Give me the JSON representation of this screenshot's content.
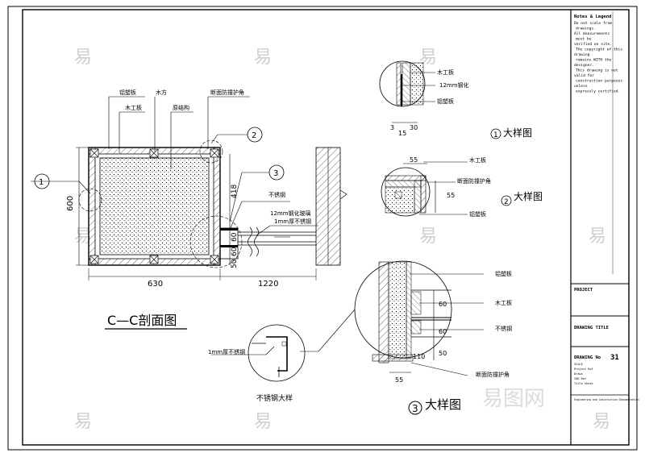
{
  "watermark": "易",
  "watermark_brand": "易图网",
  "main_view": {
    "title": "C—C剖面图",
    "labels": {
      "lvban": "铝塑板",
      "mufang": "木方",
      "mugongban": "木工板",
      "yuanjiegou": "原结构",
      "corner": "断面防撞护角",
      "stainless": "不锈钢",
      "glass": "12mm钢化玻璃",
      "steel_sheet": "1mm厚不锈钢"
    },
    "dims": {
      "height": "600",
      "width": "630",
      "right_span": "1220",
      "d418": "418",
      "d60a": "60",
      "d60b": "60",
      "d50": "50"
    },
    "markers": [
      "1",
      "2",
      "3"
    ]
  },
  "detail1": {
    "labels": {
      "mugongban": "木工板",
      "glass": "12mm钢化",
      "lvban": "铝塑板"
    },
    "dims": {
      "a": "3",
      "b": "30",
      "c": "15"
    },
    "caption_num": "1",
    "caption": "大样图"
  },
  "detail2": {
    "labels": {
      "mugongban": "木工板",
      "corner": "断面防撞护角",
      "lvban": "铝塑板"
    },
    "dims": {
      "top": "55",
      "side": "55"
    },
    "caption_num": "2",
    "caption": "大样图"
  },
  "detail3": {
    "labels": {
      "lvban": "铝塑板",
      "mugongban": "木工板",
      "stainless": "不锈钢",
      "corner": "断面防撞护角"
    },
    "dims": {
      "d60a": "60",
      "d60b": "60",
      "d50": "50",
      "d110": "110",
      "d55": "55"
    },
    "caption_num": "3",
    "caption": "大样图"
  },
  "steel_detail": {
    "label": "1mm厚不锈钢",
    "caption": "不锈钢大样"
  },
  "title_block": {
    "notes_title": "Notes & Legend",
    "notes": [
      "Do not scale from",
      "drawings.",
      "All measurements",
      "must be",
      "verified on site.",
      "The copyright of this",
      "drawing",
      "remains WITH the",
      "designer.",
      "This drawing is not",
      "valid for",
      "construction purposes",
      "unless",
      "expressly certified."
    ],
    "project_label": "PROJECT",
    "drawing_title_label": "DRAWING TITLE",
    "drawing_no_label": "DRAWING No",
    "drawing_no": "31",
    "small": [
      "SCALE",
      "Project Ref",
      "Drawn",
      "CHK Ref",
      "Title Sheet"
    ],
    "footer": "Engineering and Construction Documentation"
  }
}
